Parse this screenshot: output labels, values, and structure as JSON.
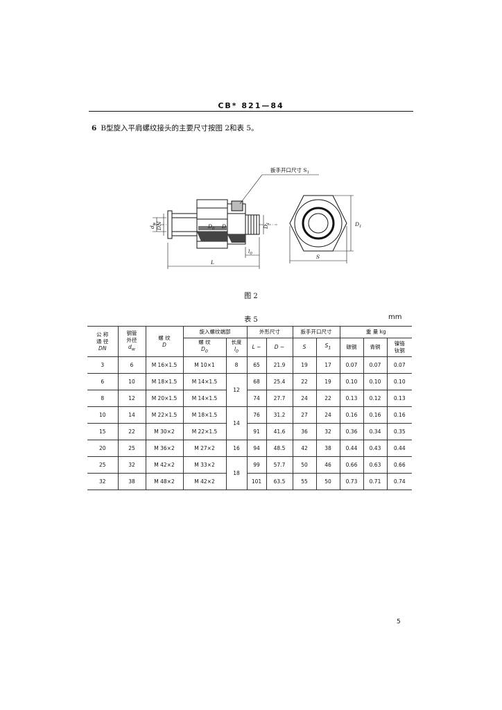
{
  "header": {
    "title": "CB* 821—84"
  },
  "paragraph": {
    "number": "6",
    "text": "B型旋入平肩螺纹接头的主要尺寸按图 2和表 5。"
  },
  "figure": {
    "caption": "图 2",
    "labels": {
      "wrench": "扳手开口尺寸 S",
      "wrench_sub": "1",
      "dw": "d",
      "dw_sub": "w",
      "dn": "DN",
      "d0": "D",
      "d0_sub": "0",
      "d": "D",
      "d1": "D",
      "d1_sub": "1",
      "l0": "l",
      "l0_sub": "0",
      "l": "L",
      "s": "S",
      "d1_side": "D",
      "d1_side_sub": "1"
    }
  },
  "table": {
    "caption": "表 5",
    "unit": "mm",
    "headers": {
      "nominal_1": "公  称",
      "nominal_2": "通  径",
      "nominal_3": "DN",
      "pipe_1": "钢管",
      "pipe_2": "外径",
      "pipe_3": "d",
      "pipe_3_sub": "w",
      "thread_1": "螺    纹",
      "thread_2": "D",
      "screw_end": "旋入螺纹端部",
      "screw_thread_1": "螺    纹",
      "screw_thread_2": "D",
      "screw_thread_2_sub": "0",
      "length_1": "长度",
      "length_2": "l",
      "length_2_sub": "0",
      "outline": "外形尺寸",
      "outline_l": "L ~",
      "outline_d": "D ~",
      "wrench": "扳手开口尺寸",
      "wrench_s": "S",
      "wrench_s1": "S",
      "wrench_s1_sub": "1",
      "weight": "重      量  kg",
      "w_carbon": "碳钢",
      "w_brass": "青铜",
      "w_alloy_1": "镍铬",
      "w_alloy_2": "钛钢"
    },
    "rows": [
      {
        "dn": "3",
        "dw": "6",
        "d": "M 16×1.5",
        "d0": "M 10×1",
        "l0": "8",
        "l": "65",
        "dd": "21.9",
        "s": "19",
        "s1": "17",
        "carbon": "0.07",
        "brass": "0.07",
        "alloy": "0.07"
      },
      {
        "dn": "6",
        "dw": "10",
        "d": "M 18×1.5",
        "d0": "M 14×1.5",
        "l0": "12",
        "l": "68",
        "dd": "25.4",
        "s": "22",
        "s1": "19",
        "carbon": "0.10",
        "brass": "0.10",
        "alloy": "0.10"
      },
      {
        "dn": "8",
        "dw": "12",
        "d": "M 20×1.5",
        "d0": "M 14×1.5",
        "l0": "",
        "l": "74",
        "dd": "27.7",
        "s": "24",
        "s1": "22",
        "carbon": "0.13",
        "brass": "0.12",
        "alloy": "0.13"
      },
      {
        "dn": "10",
        "dw": "14",
        "d": "M 22×1.5",
        "d0": "M 18×1.5",
        "l0": "14",
        "l": "76",
        "dd": "31.2",
        "s": "27",
        "s1": "24",
        "carbon": "0.16",
        "brass": "0.16",
        "alloy": "0.16"
      },
      {
        "dn": "15",
        "dw": "22",
        "d": "M 30×2",
        "d0": "M 22×1.5",
        "l0": "",
        "l": "91",
        "dd": "41.6",
        "s": "36",
        "s1": "32",
        "carbon": "0.36",
        "brass": "0.34",
        "alloy": "0.35"
      },
      {
        "dn": "20",
        "dw": "25",
        "d": "M 36×2",
        "d0": "M 27×2",
        "l0": "16",
        "l": "94",
        "dd": "48.5",
        "s": "42",
        "s1": "38",
        "carbon": "0.44",
        "brass": "0.43",
        "alloy": "0.44"
      },
      {
        "dn": "25",
        "dw": "32",
        "d": "M 42×2",
        "d0": "M 33×2",
        "l0": "18",
        "l": "99",
        "dd": "57.7",
        "s": "50",
        "s1": "46",
        "carbon": "0.66",
        "brass": "0.63",
        "alloy": "0.66"
      },
      {
        "dn": "32",
        "dw": "38",
        "d": "M 48×2",
        "d0": "M 42×2",
        "l0": "",
        "l": "101",
        "dd": "63.5",
        "s": "55",
        "s1": "50",
        "carbon": "0.73",
        "brass": "0.71",
        "alloy": "0.74"
      }
    ]
  },
  "page": {
    "number": "5"
  }
}
